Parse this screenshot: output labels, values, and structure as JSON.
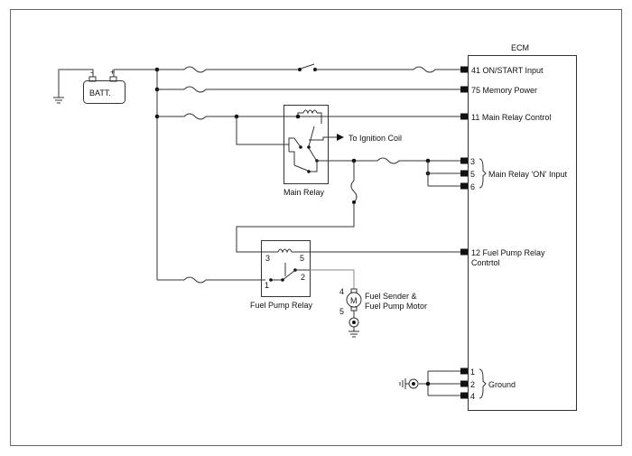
{
  "ecm": {
    "title": "ECM",
    "pins": {
      "on_start": "41 ON/START Input",
      "memory": "75 Memory Power",
      "main_relay_ctrl": "11 Main Relay Control",
      "fuel_pump_ctrl_1": "12 Fuel Pump Relay",
      "fuel_pump_ctrl_2": "Contrtol"
    },
    "on_input": {
      "pins": [
        "3",
        "5",
        "6"
      ],
      "label": "Main Relay 'ON' Input"
    },
    "ground": {
      "pins": [
        "1",
        "2",
        "4"
      ],
      "label": "Ground"
    }
  },
  "battery": {
    "label": "BATT.",
    "plus": "+",
    "minus": "-"
  },
  "main_relay": {
    "label": "Main Relay"
  },
  "ignition": {
    "label": "To Ignition Coil"
  },
  "fuel_pump_relay": {
    "label": "Fuel Pump Relay",
    "pins": [
      "3",
      "5",
      "1",
      "2"
    ]
  },
  "pump_motor": {
    "symbol": "M",
    "pin_top": "4",
    "pin_bottom": "5",
    "label_1": "Fuel Sender &",
    "label_2": "Fuel Pump Motor"
  }
}
